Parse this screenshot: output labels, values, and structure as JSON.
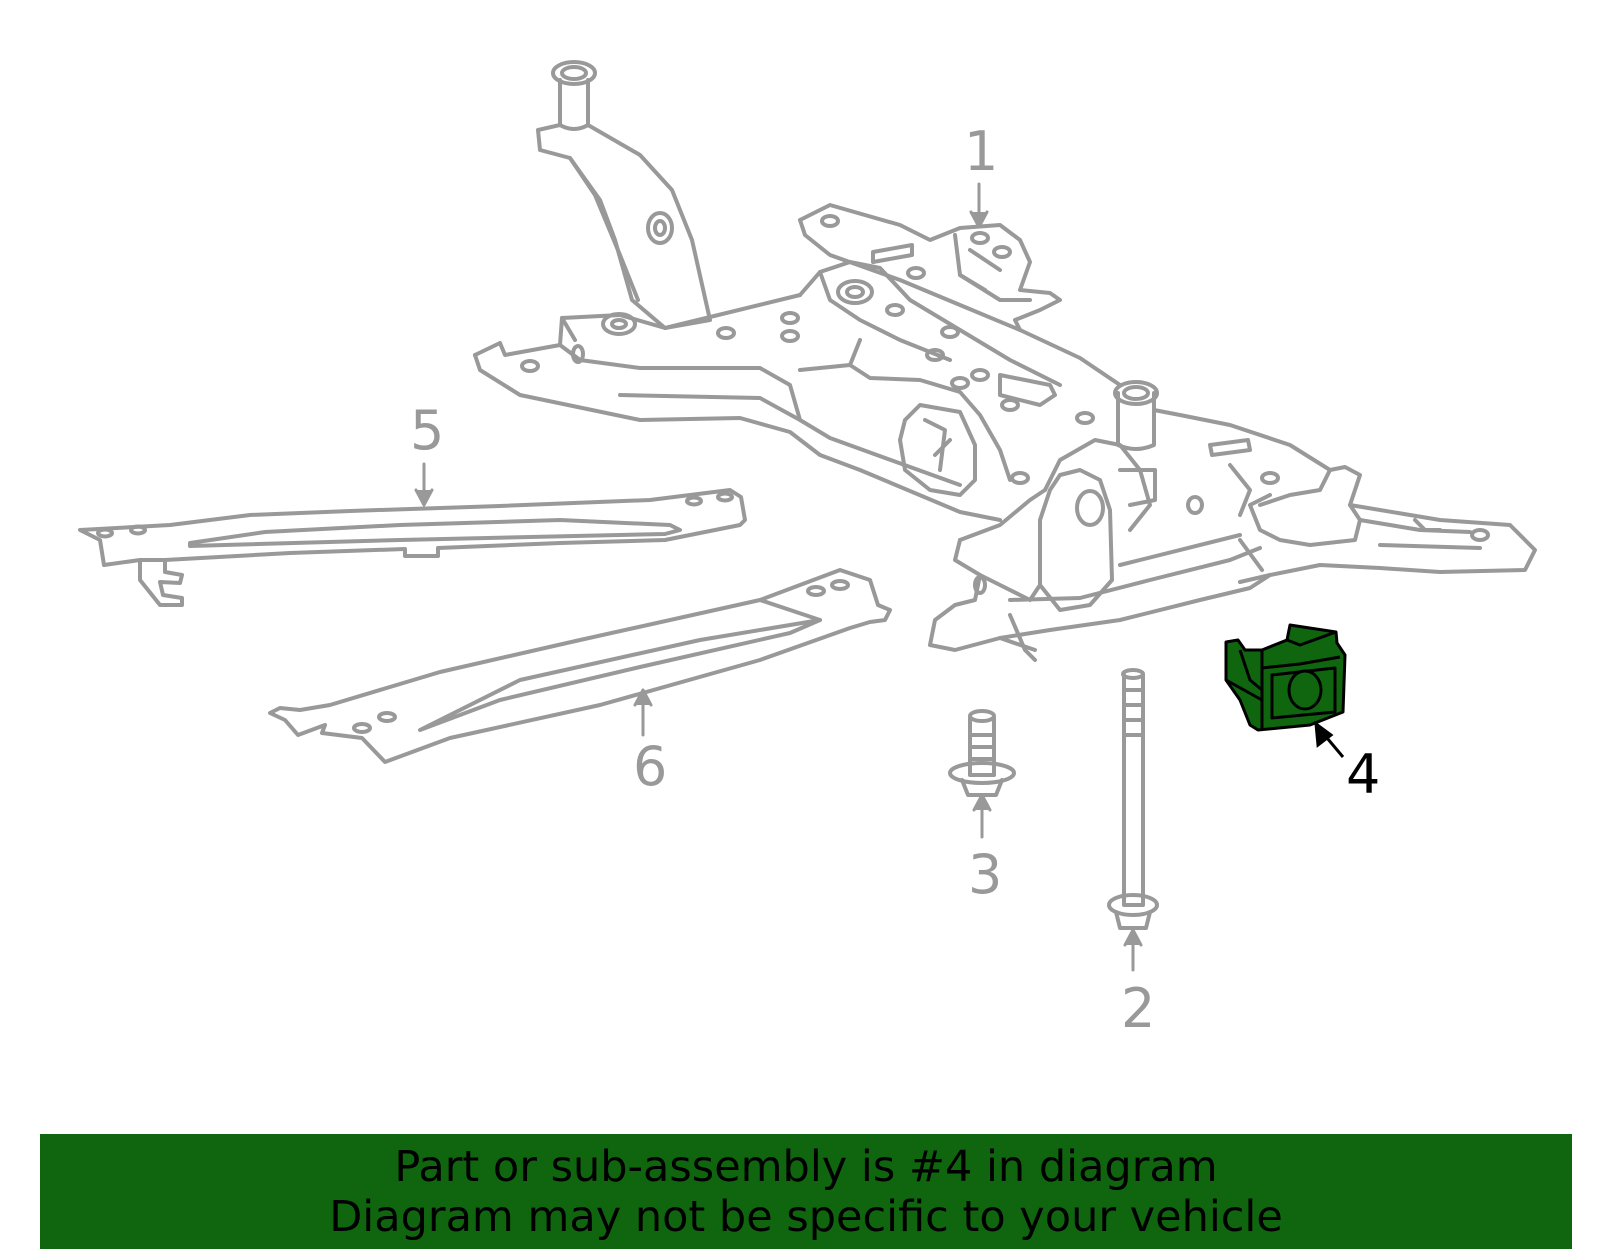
{
  "callouts": [
    {
      "number": "1",
      "part": "crossmember"
    },
    {
      "number": "2",
      "part": "bolt-long"
    },
    {
      "number": "3",
      "part": "bolt-short"
    },
    {
      "number": "4",
      "part": "bushing",
      "highlighted": true
    },
    {
      "number": "5",
      "part": "brace-upper"
    },
    {
      "number": "6",
      "part": "brace-lower"
    }
  ],
  "banner": {
    "line1": "Part or sub-assembly is #4 in diagram",
    "line2": "Diagram may not be specific to your vehicle"
  },
  "colors": {
    "line": "#999999",
    "highlight_fill": "#0f660f",
    "banner_bg": "#0f660f",
    "active_label": "#000000"
  }
}
